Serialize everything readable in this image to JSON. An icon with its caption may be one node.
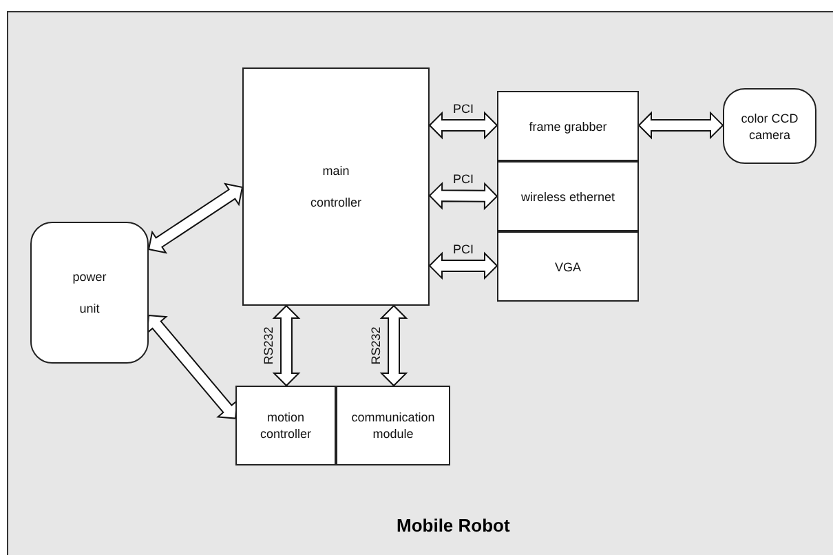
{
  "diagram": {
    "title": "Mobile Robot",
    "nodes": [
      {
        "text": [
          "main controller"
        ]
      },
      {
        "text": [
          "frame grabber"
        ]
      },
      {
        "text": [
          "wireless ethernet"
        ]
      },
      {
        "text": [
          "VGA"
        ]
      },
      {
        "text": [
          "color CCD camera"
        ]
      },
      {
        "text": [
          "power unit"
        ]
      },
      {
        "text": [
          "motion controller"
        ]
      },
      {
        "text": [
          "communication module"
        ]
      }
    ],
    "edges": [
      {
        "from": 0,
        "to": 1,
        "arrow": "both",
        "label": "PCI"
      },
      {
        "from": 0,
        "to": 2,
        "arrow": "both",
        "label": "PCI"
      },
      {
        "from": 0,
        "to": 3,
        "arrow": "both",
        "label": "PCI"
      },
      {
        "from": 1,
        "to": 4,
        "arrow": "both"
      },
      {
        "from": 5,
        "to": 0,
        "arrow": "both"
      },
      {
        "from": 5,
        "to": 6,
        "arrow": "both"
      },
      {
        "from": 0,
        "to": 6,
        "arrow": "both",
        "label": "RS232"
      },
      {
        "from": 0,
        "to": 7,
        "arrow": "both",
        "label": "RS232"
      }
    ]
  }
}
